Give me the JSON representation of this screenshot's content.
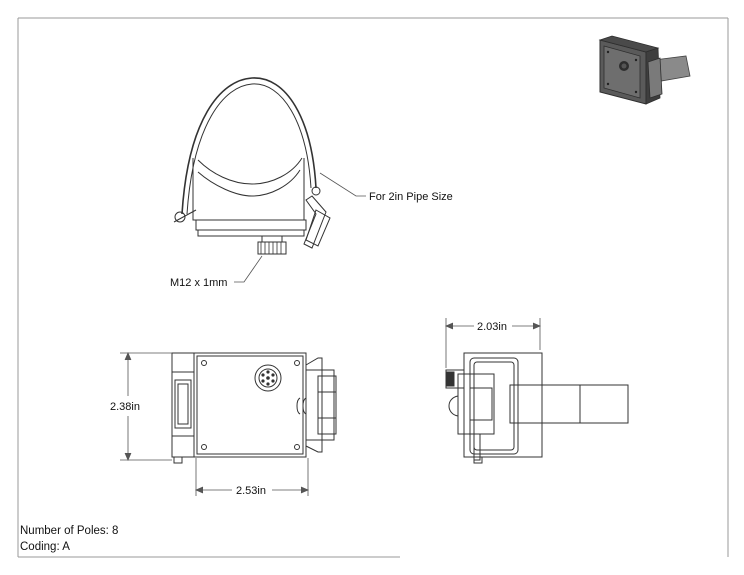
{
  "annotations": {
    "pipe_callout": "For 2in Pipe Size",
    "thread_callout": "M12 x 1mm"
  },
  "dimensions": {
    "height": "2.38in",
    "width": "2.53in",
    "depth": "2.03in"
  },
  "notes": {
    "poles": "Number of Poles: 8",
    "coding": "Coding: A"
  },
  "colors": {
    "line": "#333333",
    "fill": "#ffffff",
    "thumb_body": "#5a5a5a",
    "thumb_dark": "#2e2e2e",
    "thumb_strap": "#8a8a8a"
  }
}
